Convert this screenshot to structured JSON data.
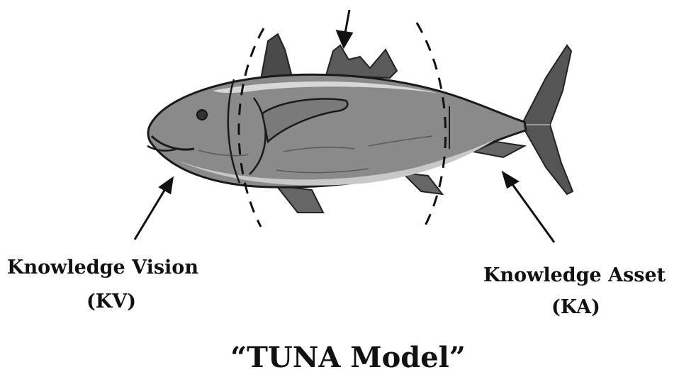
{
  "diagram": {
    "title": "“TUNA Model”",
    "labels": {
      "knowledge_vision": "Knowledge Vision",
      "knowledge_vision_abbr": "(KV)",
      "knowledge_asset": "Knowledge Asset",
      "knowledge_asset_abbr": "(KA)"
    },
    "figure": "tuna-fish-illustration"
  }
}
